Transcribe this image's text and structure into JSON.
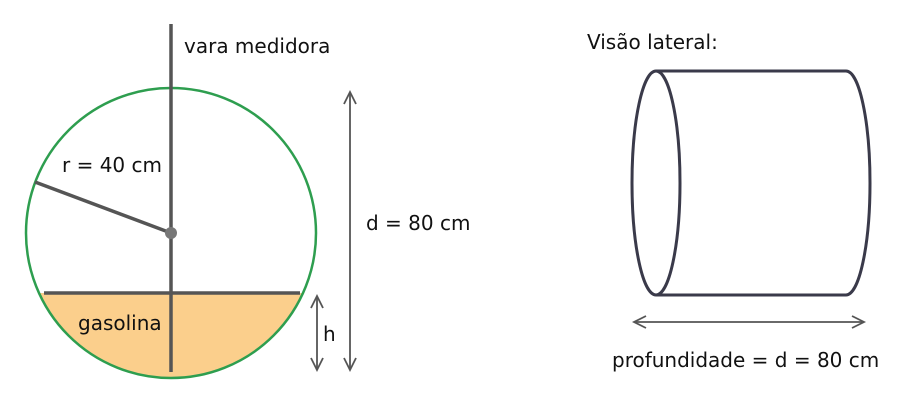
{
  "left_figure": {
    "rod_label": "vara medidora",
    "radius_label": "r = 40 cm",
    "fuel_label": "gasolina",
    "height_label": "h",
    "diameter_label": "d = 80 cm"
  },
  "right_figure": {
    "title": "Visão lateral:",
    "depth_label": "profundidade = d = 80 cm"
  },
  "colors": {
    "circle_outline": "#2e9e4f",
    "fuel_fill": "#fbcf8c",
    "lines": "#555555"
  }
}
